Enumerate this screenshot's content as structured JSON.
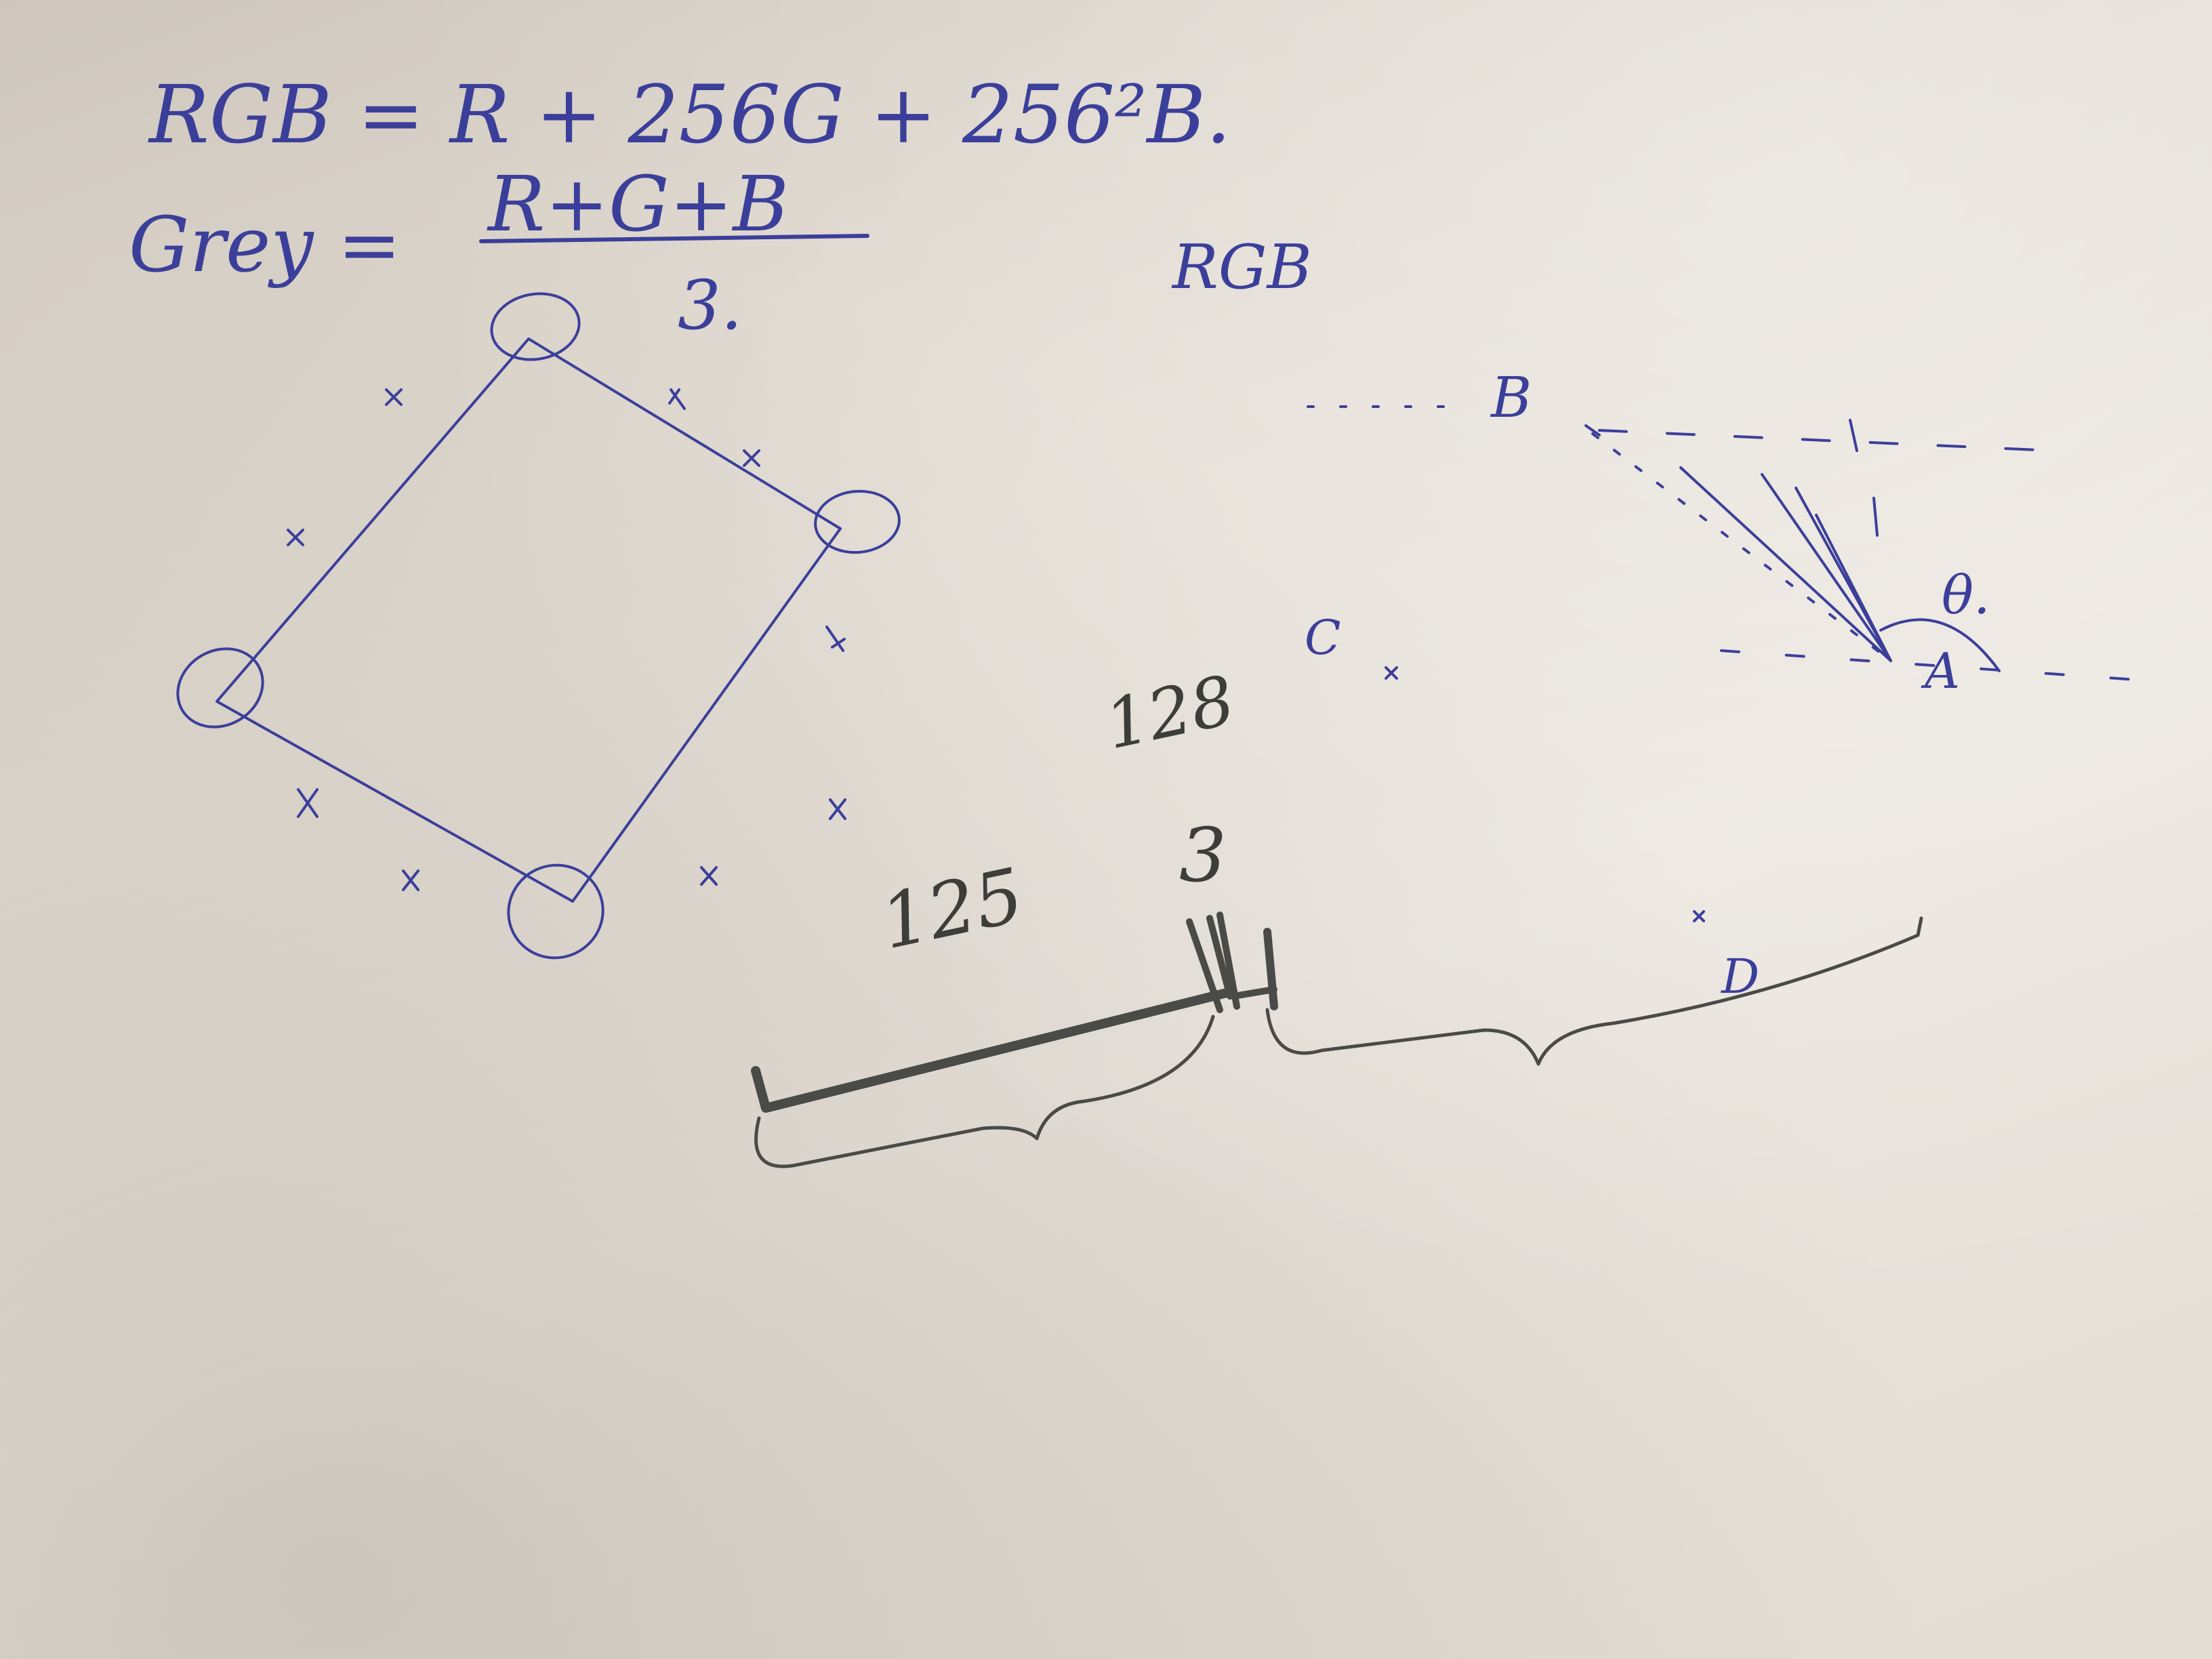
{
  "handwriting": {
    "formula_rgb": "RGB = R + 256G + 256²B.",
    "formula_grey_left": "Grey =",
    "formula_grey_numerator": "R+G+B",
    "formula_grey_denominator": "3.",
    "label_rgb": "RGB",
    "label_B": "B",
    "label_theta": "θ.",
    "label_A": "A",
    "label_C": "C",
    "label_D": "D",
    "pencil_128": "128",
    "pencil_125": "125",
    "pencil_3": "3"
  },
  "colors": {
    "ink": "#3b3f9a",
    "pencil": "#4a4a46",
    "paper": "#e6e1da"
  }
}
